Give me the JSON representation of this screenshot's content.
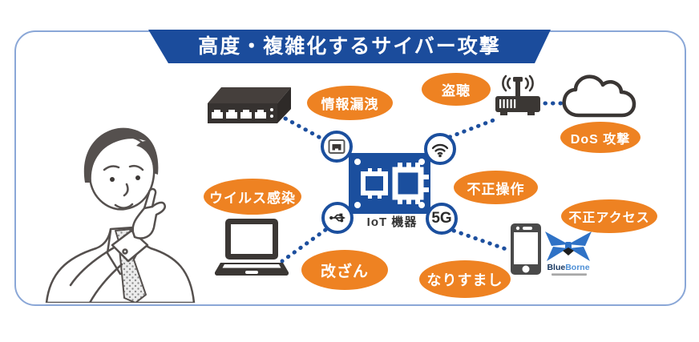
{
  "title": {
    "text": "高度・複雑化するサイバー攻撃"
  },
  "device": {
    "label": "IoT 機器",
    "badge_5g": "5G"
  },
  "threats": {
    "info_leak": "情報漏洩",
    "eavesdropping": "盗聴",
    "dos": "DoS 攻撃",
    "virus": "ウイルス感染",
    "unauthorized_operation": "不正操作",
    "unauthorized_access": "不正アクセス",
    "tampering": "改ざん",
    "spoofing": "なりすまし"
  },
  "logos": {
    "blueborne_part1": "Blue",
    "blueborne_part2": "Borne"
  },
  "colors": {
    "accent_blue": "#1b4c9c",
    "threat_orange": "#ee8222",
    "frame_blue": "#8aa7d7",
    "icon_dark": "#3a3634",
    "dotted_line": "#1d4f9e"
  }
}
